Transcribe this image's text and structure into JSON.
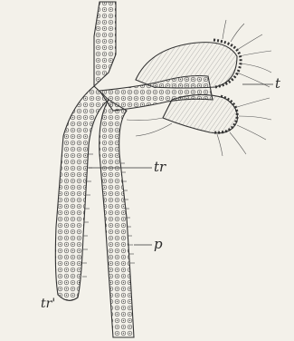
{
  "labels": {
    "t": "t",
    "tr": "tr",
    "p": "p",
    "tr_prime": "tr'"
  }
}
